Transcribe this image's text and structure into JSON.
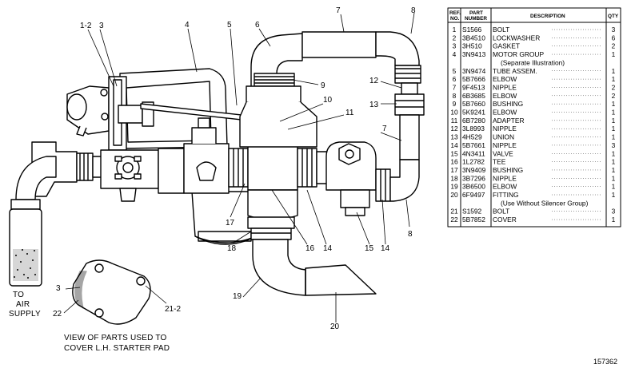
{
  "figure_number": "157362",
  "captions": {
    "air_supply": [
      "TO",
      "AIR",
      "SUPPLY"
    ],
    "view_parts": [
      "VIEW OF PARTS USED TO",
      "COVER L.H. STARTER PAD"
    ]
  },
  "callouts": [
    "1-2",
    "3",
    "4",
    "5",
    "6",
    "7",
    "8",
    "9",
    "10",
    "11",
    "12",
    "13",
    "7",
    "8",
    "14",
    "15",
    "16",
    "14",
    "17",
    "18",
    "19",
    "20",
    "21-2",
    "3",
    "22"
  ],
  "parts_table": {
    "headers": {
      "ref": [
        "REF.",
        "NO."
      ],
      "part": [
        "PART",
        "NUMBER"
      ],
      "desc": "DESCRIPTION",
      "qty": "QTY"
    },
    "rows": [
      {
        "ref": "1",
        "part": "S1566",
        "desc": "BOLT",
        "qty": "3"
      },
      {
        "ref": "2",
        "part": "3B4510",
        "desc": "LOCKWASHER",
        "qty": "6"
      },
      {
        "ref": "3",
        "part": "3H510",
        "desc": "GASKET",
        "qty": "2"
      },
      {
        "ref": "4",
        "part": "3N9413",
        "desc": "MOTOR GROUP",
        "qty": "1"
      },
      {
        "ref": "",
        "part": "",
        "desc": "(Separate Illustration)",
        "qty": ""
      },
      {
        "ref": "5",
        "part": "3N9474",
        "desc": "TUBE ASSEM.",
        "qty": "1"
      },
      {
        "ref": "6",
        "part": "5B7666",
        "desc": "ELBOW",
        "qty": "1"
      },
      {
        "ref": "7",
        "part": "9F4513",
        "desc": "NIPPLE",
        "qty": "2"
      },
      {
        "ref": "8",
        "part": "6B3685",
        "desc": "ELBOW",
        "qty": "2"
      },
      {
        "ref": "9",
        "part": "5B7660",
        "desc": "BUSHING",
        "qty": "1"
      },
      {
        "ref": "10",
        "part": "5K9241",
        "desc": "ELBOW",
        "qty": "1"
      },
      {
        "ref": "11",
        "part": "6B7280",
        "desc": "ADAPTER",
        "qty": "1"
      },
      {
        "ref": "12",
        "part": "3L8993",
        "desc": "NIPPLE",
        "qty": "1"
      },
      {
        "ref": "13",
        "part": "4H529",
        "desc": "UNION",
        "qty": "1"
      },
      {
        "ref": "14",
        "part": "5B7661",
        "desc": "NIPPLE",
        "qty": "3"
      },
      {
        "ref": "15",
        "part": "4N3411",
        "desc": "VALVE",
        "qty": "1"
      },
      {
        "ref": "16",
        "part": "1L2782",
        "desc": "TEE",
        "qty": "1"
      },
      {
        "ref": "17",
        "part": "3N9409",
        "desc": "BUSHING",
        "qty": "1"
      },
      {
        "ref": "18",
        "part": "3B7296",
        "desc": "NIPPLE",
        "qty": "1"
      },
      {
        "ref": "19",
        "part": "3B6500",
        "desc": "ELBOW",
        "qty": "1"
      },
      {
        "ref": "20",
        "part": "6F9497",
        "desc": "FITTING",
        "qty": "1"
      },
      {
        "ref": "",
        "part": "",
        "desc": "(Use Without Silencer Group)",
        "qty": ""
      },
      {
        "ref": "21",
        "part": "S1592",
        "desc": "BOLT",
        "qty": "3"
      },
      {
        "ref": "22",
        "part": "5B7852",
        "desc": "COVER",
        "qty": "1"
      }
    ]
  }
}
